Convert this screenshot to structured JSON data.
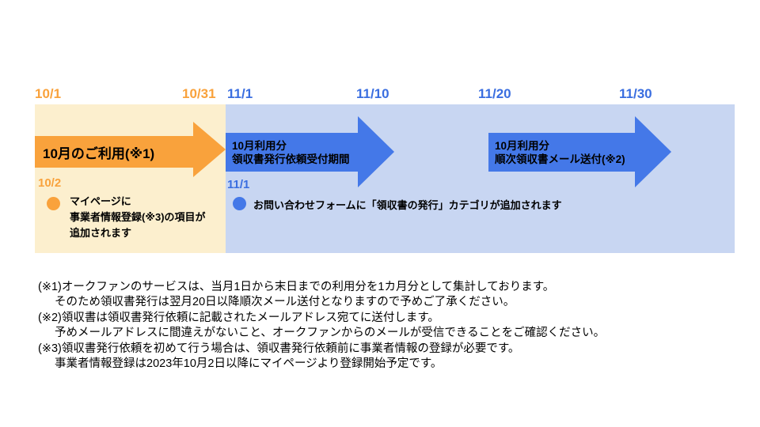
{
  "palette": {
    "orange": "#F9A23C",
    "cream": "#FCEFCE",
    "blue": "#4478E8",
    "blue_date": "#3A6EE0",
    "lightblue": "#C8D6F2"
  },
  "timeline": {
    "dates": [
      {
        "label": "10/1"
      },
      {
        "label": "10/31"
      },
      {
        "label": "11/1"
      },
      {
        "label": "11/10"
      },
      {
        "label": "11/20"
      },
      {
        "label": "11/30"
      }
    ],
    "arrows": [
      {
        "label": "10月のご利用(※1)"
      },
      {
        "line1": "10月利用分",
        "line2": "領収書発行依頼受付期間"
      },
      {
        "line1": "10月利用分",
        "line2": "順次領収書メール送付(※2)"
      }
    ],
    "events": [
      {
        "date": "10/2",
        "line1": "マイページに",
        "line2": "事業者情報登録(※3)の項目が",
        "line3": "追加されます"
      },
      {
        "date": "11/1",
        "line1": "お問い合わせフォームに「領収書の発行」カテゴリが追加されます"
      }
    ]
  },
  "footnotes": [
    "(※1)オークファンのサービスは、当月1日から末日までの利用分を1カ月分として集計しております。",
    "そのため領収書発行は翌月20日以降順次メール送付となりますので予めご了承ください。",
    "(※2)領収書は領収書発行依頼に記載されたメールアドレス宛てに送付します。",
    "予めメールアドレスに間違えがないこと、オークファンからのメールが受信できることをご確認ください。",
    "(※3)領収書発行依頼を初めて行う場合は、領収書発行依頼前に事業者情報の登録が必要です。",
    "事業者情報登録は2023年10月2日以降にマイページより登録開始予定です。"
  ]
}
